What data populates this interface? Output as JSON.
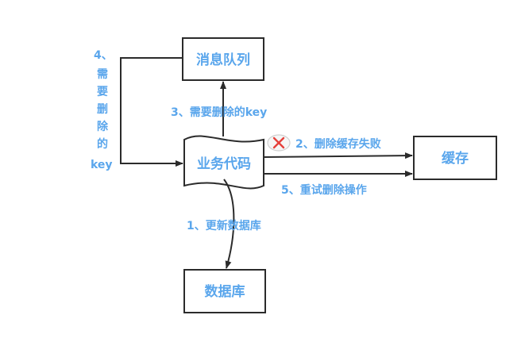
{
  "nodes": {
    "mq": "消息队列",
    "business": "业务代码",
    "cache": "缓存",
    "db": "数据库"
  },
  "edges": {
    "update_db": "1、更新数据库",
    "delete_cache_fail": "2、删除缓存失败",
    "need_delete_key": "3、需要删除的key",
    "retry_delete": "5、重试删除操作",
    "step4_lines": [
      "4、",
      "需",
      "要",
      "删",
      "除",
      "的",
      "key"
    ]
  },
  "icons": {
    "fail_mark": "x-circle-icon"
  },
  "colors": {
    "text": "#5aa6ec",
    "line": "#2b2b2b",
    "fail": "#e5413c"
  }
}
